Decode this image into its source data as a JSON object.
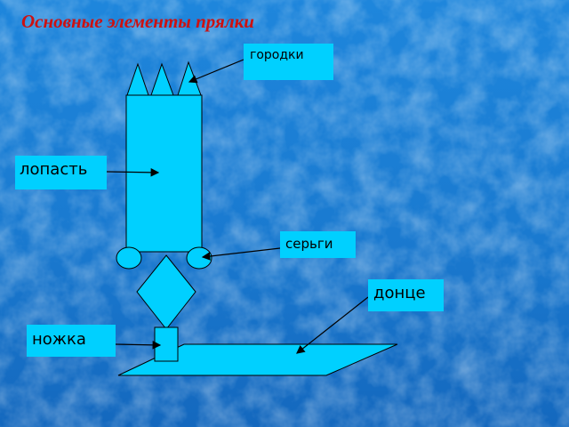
{
  "title": "Основные элементы прялки",
  "labels": {
    "gorodki": "городки",
    "lopast": "лопасть",
    "sergi": "серьги",
    "donce": "донце",
    "nozhka": "ножка"
  },
  "colors": {
    "background": "#1a7fd4",
    "shape_fill": "#00d0ff",
    "label_fill": "#00d0ff",
    "title": "#cc1111",
    "stroke": "#000000"
  }
}
